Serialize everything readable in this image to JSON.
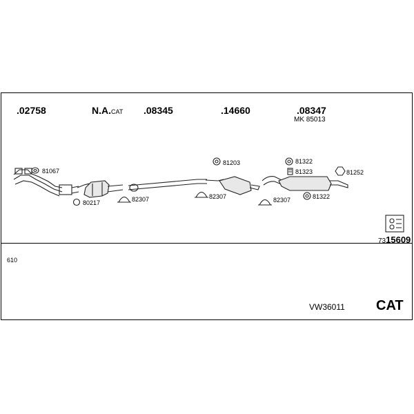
{
  "header_codes": [
    {
      "main": ".02758",
      "suffix": ""
    },
    {
      "main": "N.A.",
      "suffix": "CAT"
    },
    {
      "main": ".08345",
      "suffix": ""
    },
    {
      "main": ".14660",
      "suffix": ""
    },
    {
      "main": ".08347",
      "suffix": ""
    }
  ],
  "mk_label": "MK 85013",
  "parts": [
    {
      "id": "81067"
    },
    {
      "id": "80217"
    },
    {
      "id": "82307"
    },
    {
      "id": "81203"
    },
    {
      "id": "82307"
    },
    {
      "id": "82307"
    },
    {
      "id": "81322"
    },
    {
      "id": "81323"
    },
    {
      "id": "81252"
    },
    {
      "id": "81322"
    }
  ],
  "ref_small": "73",
  "ref_big": "15609",
  "footer": {
    "left_code": "610",
    "kit_code": "VW36011",
    "cat_label": "CAT"
  },
  "icons": [
    "exhaust-manifold-icon",
    "catalyst-icon",
    "pipe-icon",
    "front-muffler-icon",
    "rear-muffler-icon",
    "clamp-icon",
    "gasket-icon",
    "rubber-mount-icon",
    "bracket-icon",
    "fitting-kit-icon"
  ]
}
